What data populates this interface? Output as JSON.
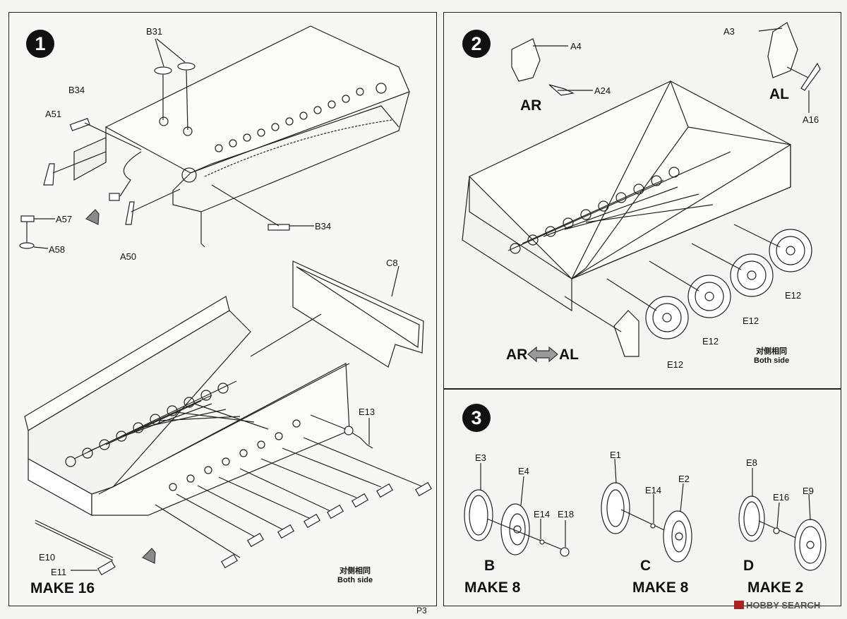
{
  "page_number": "P3",
  "watermark": "HOBBY SEARCH",
  "step1": {
    "number": "1",
    "labels": {
      "b31": "B31",
      "b34_top": "B34",
      "a51": "A51",
      "a57": "A57",
      "a58": "A58",
      "a50": "A50",
      "b34_bottom": "B34",
      "c8": "C8",
      "e13": "E13",
      "e10": "E10",
      "e11": "E11"
    },
    "both_side_cn": "对侧相同",
    "both_side_en": "Both side",
    "make": "MAKE 16"
  },
  "step2": {
    "number": "2",
    "labels": {
      "a4": "A4",
      "a24": "A24",
      "a3": "A3",
      "a16": "A16",
      "e12_1": "E12",
      "e12_2": "E12",
      "e12_3": "E12",
      "e12_4": "E12"
    },
    "ar": "AR",
    "al": "AL",
    "ar2": "AR",
    "al2": "AL",
    "both_side_cn": "对侧相同",
    "both_side_en": "Both side"
  },
  "step3": {
    "number": "3",
    "labels": {
      "e3": "E3",
      "e4": "E4",
      "e14a": "E14",
      "e18": "E18",
      "e1": "E1",
      "e14b": "E14",
      "e2": "E2",
      "e8": "E8",
      "e16": "E16",
      "e9": "E9"
    },
    "groups": [
      {
        "letter": "B",
        "make": "MAKE 8"
      },
      {
        "letter": "C",
        "make": "MAKE 8"
      },
      {
        "letter": "D",
        "make": "MAKE 2"
      }
    ]
  },
  "colors": {
    "ink": "#111111",
    "paper": "#f4f4f2",
    "arrow_fill": "#8a8a8a"
  }
}
